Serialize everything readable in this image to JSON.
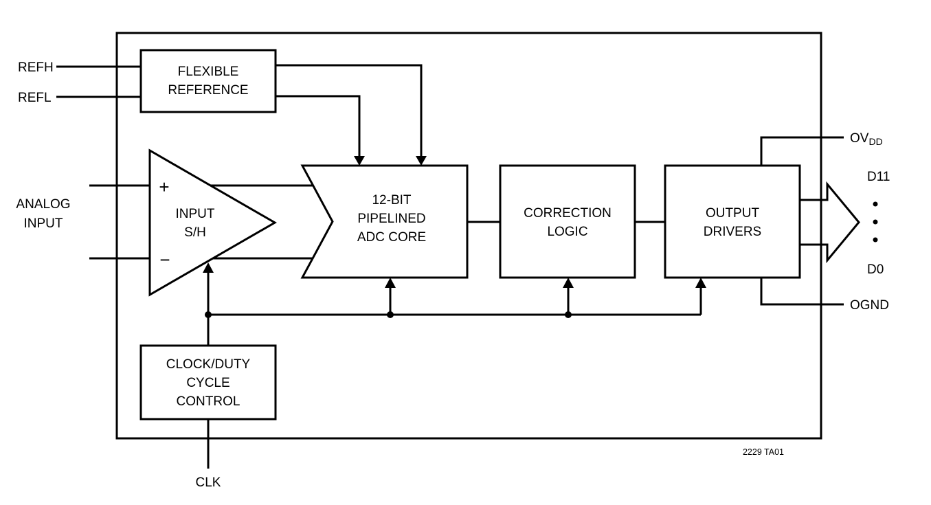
{
  "diagram": {
    "left_pins": {
      "refh": "REFH",
      "refl": "REFL",
      "analog_line1": "ANALOG",
      "analog_line2": "INPUT"
    },
    "bottom_pins": {
      "clk": "CLK"
    },
    "right_pins": {
      "ovdd_base": "OV",
      "ovdd_sub": "DD",
      "d11": "D11",
      "d0": "D0",
      "ognd": "OGND"
    },
    "blocks": {
      "flexible_reference": {
        "line1": "FLEXIBLE",
        "line2": "REFERENCE"
      },
      "input_sh": {
        "plus": "+",
        "minus": "−",
        "line1": "INPUT",
        "line2": "S/H"
      },
      "adc_core": {
        "line1": "12-BIT",
        "line2": "PIPELINED",
        "line3": "ADC CORE"
      },
      "correction_logic": {
        "line1": "CORRECTION",
        "line2": "LOGIC"
      },
      "output_drivers": {
        "line1": "OUTPUT",
        "line2": "DRIVERS"
      },
      "clock_control": {
        "line1": "CLOCK/DUTY",
        "line2": "CYCLE",
        "line3": "CONTROL"
      }
    },
    "figure_id": "2229 TA01",
    "colors": {
      "line": "#000000",
      "background": "#ffffff"
    }
  }
}
